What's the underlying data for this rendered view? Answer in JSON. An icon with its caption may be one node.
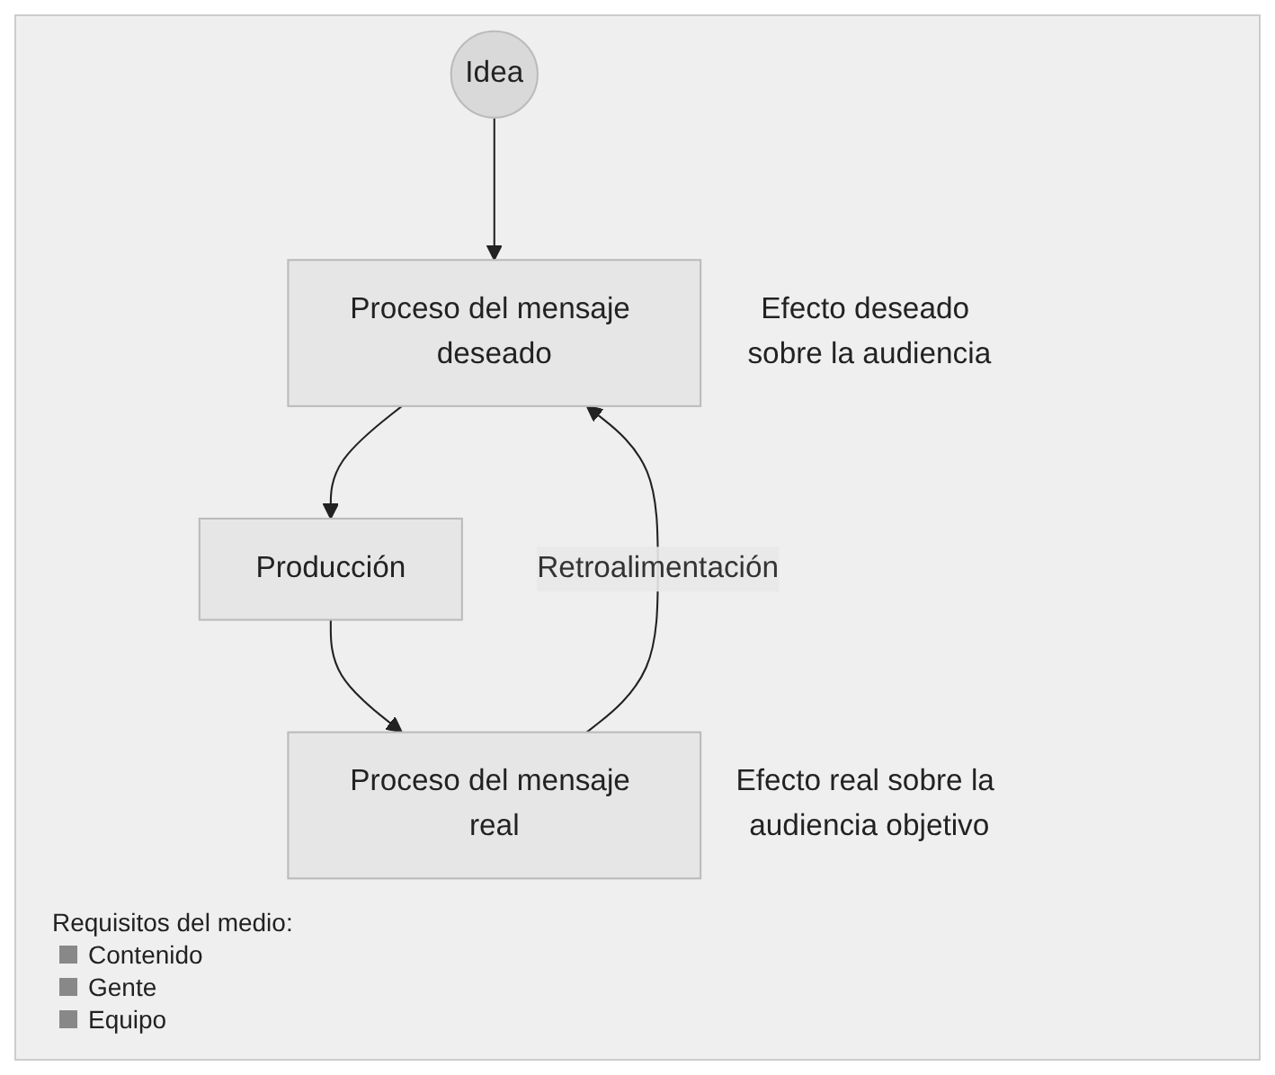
{
  "diagram": {
    "nodes": [
      {
        "text": [
          "Idea"
        ]
      },
      {
        "text": [
          "Proceso del mensaje deseado"
        ],
        "beside": [
          "Efecto deseado sobre la audiencia"
        ]
      },
      {
        "text": [
          "Producción"
        ]
      },
      {
        "text": [
          "Proceso del mensaje real"
        ],
        "beside": [
          "Efecto real sobre la audiencia objetivo"
        ]
      }
    ],
    "edges": [
      {
        "from": 0,
        "to": 1,
        "arrow": "to"
      },
      {
        "from": 1,
        "to": 2,
        "arrow": "to"
      },
      {
        "from": 2,
        "to": 3,
        "arrow": "to"
      },
      {
        "from": 3,
        "to": 1,
        "arrow": "to",
        "label": "Retroalimentación"
      }
    ],
    "labels": [
      "Requisitos del medio:",
      "Contenido",
      "Gente",
      "Equipo"
    ]
  }
}
